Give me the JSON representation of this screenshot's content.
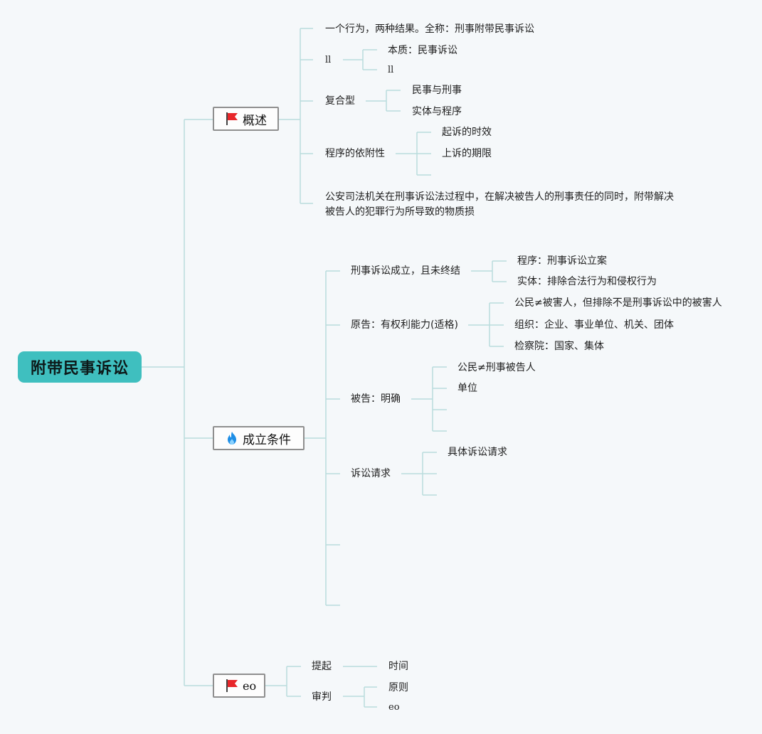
{
  "root": "附带民事诉讼",
  "branches": {
    "overview": {
      "label": "概述",
      "icon": "red-flag-icon",
      "items": {
        "i1": "一个行为，两种结果。全称：刑事附带民事诉讼",
        "i2": {
          "label": "ll",
          "c1": "本质：民事诉讼",
          "c2": "ll"
        },
        "i3": {
          "label": "复合型",
          "c1": "民事与刑事",
          "c2": "实体与程序"
        },
        "i4": {
          "label": "程序的依附性",
          "c1": "起诉的时效",
          "c2": "上诉的期限"
        },
        "i5": {
          "line1": "公安司法机关在刑事诉讼法过程中，在解决被告人的刑事责任的同时，附带解决",
          "line2": "被告人的犯罪行为所导致的物质损"
        }
      }
    },
    "conditions": {
      "label": "成立条件",
      "icon": "fire-icon",
      "items": {
        "i1": {
          "label": "刑事诉讼成立，且未终结",
          "c1": "程序：刑事诉讼立案",
          "c2": "实体：排除合法行为和侵权行为"
        },
        "i2": {
          "label": "原告：有权利能力(适格)",
          "c1": "公民≠被害人，但排除不是刑事诉讼中的被害人",
          "c2": "组织：企业、事业单位、机关、团体",
          "c3": "检察院：国家、集体"
        },
        "i3": {
          "label": "被告：明确",
          "c1": "公民≠刑事被告人",
          "c2": "单位"
        },
        "i4": {
          "label": "诉讼请求",
          "c1": "具体诉讼请求"
        }
      }
    },
    "eo": {
      "label": "eo",
      "icon": "red-flag-icon",
      "items": {
        "i1": {
          "label": "提起",
          "c1": "时间"
        },
        "i2": {
          "label": "审判",
          "c1": "原则",
          "c2": "eo"
        }
      }
    }
  },
  "colors": {
    "line": "#b9dcdc",
    "root": "#3fbfbf",
    "flag": "#e8262a",
    "fire": "#1e8ee6",
    "background": "#f5f8fa"
  }
}
